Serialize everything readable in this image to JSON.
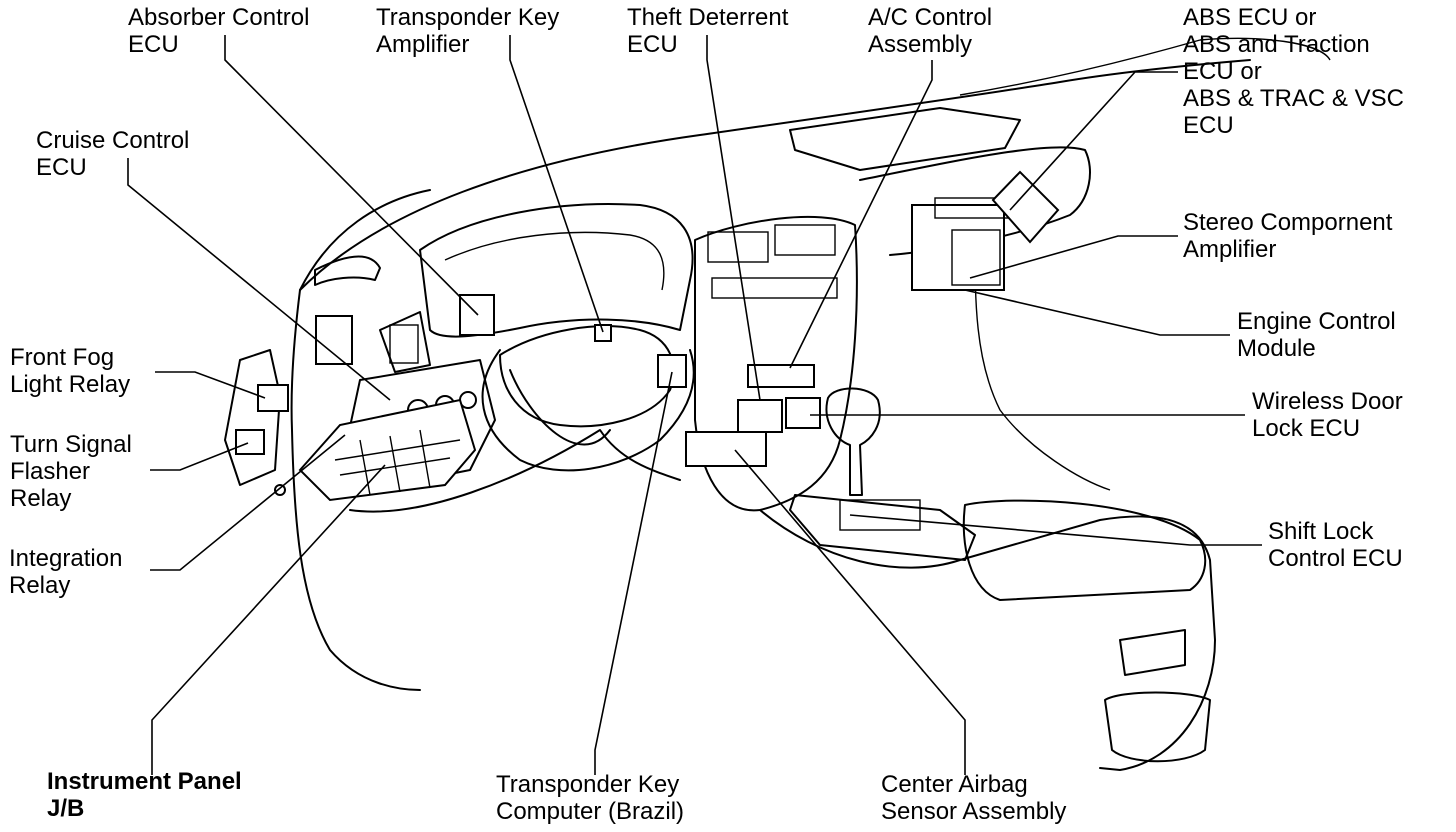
{
  "labels": {
    "absorber_control_ecu": [
      "Absorber Control",
      "ECU"
    ],
    "transponder_key_amplifier": [
      "Transponder Key",
      "Amplifier"
    ],
    "theft_deterrent_ecu": [
      "Theft Deterrent",
      "ECU"
    ],
    "ac_control_assembly": [
      "A/C Control",
      "Assembly"
    ],
    "abs_ecu": [
      "ABS ECU or",
      "ABS and Traction",
      "ECU or",
      "ABS & TRAC & VSC",
      "ECU"
    ],
    "cruise_control_ecu": [
      "Cruise Control",
      "ECU"
    ],
    "stereo_component_amplifier": [
      "Stereo Compornent",
      "Amplifier"
    ],
    "engine_control_module": [
      "Engine Control",
      "Module"
    ],
    "front_fog_light_relay": [
      "Front Fog",
      "Light Relay"
    ],
    "wireless_door_lock_ecu": [
      "Wireless Door",
      "Lock ECU"
    ],
    "turn_signal_flasher_relay": [
      "Turn Signal",
      "Flasher",
      "Relay"
    ],
    "shift_lock_control_ecu": [
      "Shift Lock",
      "Control ECU"
    ],
    "integration_relay": [
      "Integration",
      "Relay"
    ],
    "instrument_panel_jb": [
      "Instrument Panel",
      "J/B"
    ],
    "transponder_key_computer": [
      "Transponder Key",
      "Computer (Brazil)"
    ],
    "center_airbag_sensor_assembly": [
      "Center Airbag",
      "Sensor Assembly"
    ]
  }
}
